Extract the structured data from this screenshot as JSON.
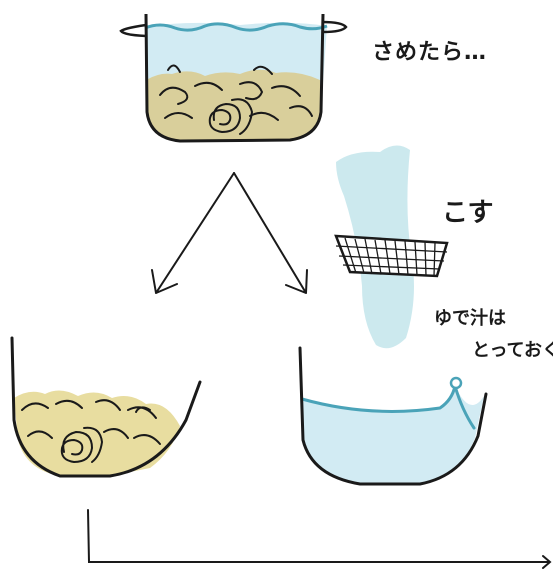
{
  "labels": {
    "cool": "さめたら…",
    "strain": "こす",
    "broth_line1": "ゆで汁は",
    "broth_line2": "とっておく"
  },
  "colors": {
    "water": "#d2ebf3",
    "water_line": "#4aa3b8",
    "beans": "#e8dda0",
    "beans_dark": "#d9c888",
    "outline": "#1a1a1a",
    "stream": "#bfe3ea"
  }
}
